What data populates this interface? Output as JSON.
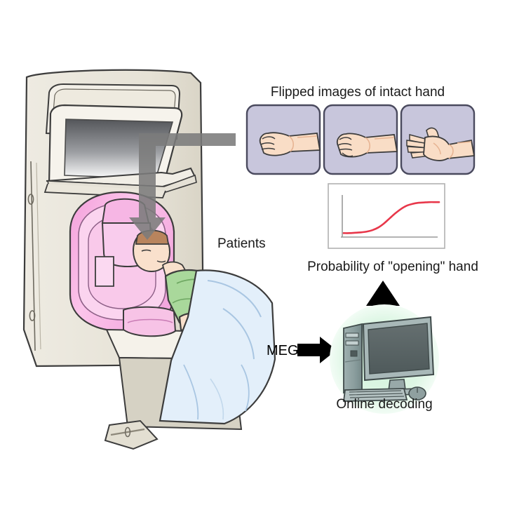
{
  "figure": {
    "type": "scientific-illustration",
    "subject": "MEG-based online decoding neurofeedback for phantom limb patients",
    "background_color": "#ffffff"
  },
  "labels": {
    "flipped_images_title": "Flipped images of intact hand",
    "patients": "Patients",
    "probability_caption": "Probability of \"opening\" hand",
    "meg": "MEG",
    "online_decoding": "Online decoding"
  },
  "hand_panels": {
    "count": 3,
    "panel_fill": "#c8c6dc",
    "panel_border": "#4a4a5e",
    "items": [
      {
        "id": "hand-closed-fist-1",
        "pose": "closed fist",
        "alt": "Flipped image of intact hand, fully closed fist"
      },
      {
        "id": "hand-closed-fist-2",
        "pose": "closed fist",
        "alt": "Flipped image of intact hand, closed fist mid-grip"
      },
      {
        "id": "hand-open-palm",
        "pose": "open hand",
        "alt": "Flipped image of intact hand, fingers spread open"
      }
    ]
  },
  "scanner": {
    "name": "MEG scanner",
    "body_color": "#ece9df",
    "helmet_color": "#f2a9dc",
    "helmet_color_light": "#fbd3ee",
    "screen_top_color": "#57585a",
    "screen_bottom_color": "#ffffff",
    "bed_color": "#d8d4c8"
  },
  "patient": {
    "shirt_color": "#a8d79a",
    "blanket_color": "#e0edf8",
    "skin_color": "#f7ddc8",
    "residual_limb": "bandaged forearm stump",
    "bandage_color": "#ffffff",
    "pillow_color": "#f7bde0"
  },
  "arrows": {
    "display_arrow": {
      "id": "display-arrow",
      "color": "#7a7a7a",
      "direction": "left-then-down",
      "meaning": "flipped hand image shown on scanner screen to patient"
    },
    "meg_arrow": {
      "id": "meg-signal-arrow",
      "color": "#000000",
      "direction": "right",
      "meaning": "MEG signal to decoding computer"
    },
    "feedback_arrow": {
      "id": "feedback-arrow",
      "color": "#000000",
      "direction": "up",
      "meaning": "decoded probability fed back to display"
    }
  },
  "computer": {
    "halo_color": "#d9f5e0",
    "case_color": "#8fa3a3",
    "monitor_bezel": "#a3b4b4",
    "screen_color": "#5e6b6b",
    "parts": [
      "tower",
      "monitor",
      "keyboard",
      "mouse"
    ]
  },
  "chart_data": {
    "type": "line",
    "title": "Probability of \"opening\" hand",
    "xlabel": "",
    "ylabel": "",
    "line_color": "#e8374a",
    "axis_color": "#9a9a9a",
    "grid": false,
    "legend": "none",
    "frame_color": "#b0b0b0",
    "xlim": [
      0,
      100
    ],
    "ylim": [
      0,
      1
    ],
    "series": [
      {
        "name": "Probability of \"opening\" hand",
        "x": [
          0,
          6,
          12,
          18,
          24,
          30,
          36,
          42,
          48,
          54,
          60,
          66,
          72,
          78,
          84,
          90,
          96,
          100
        ],
        "y": [
          0.07,
          0.07,
          0.08,
          0.09,
          0.11,
          0.15,
          0.22,
          0.33,
          0.47,
          0.61,
          0.73,
          0.82,
          0.87,
          0.9,
          0.91,
          0.92,
          0.92,
          0.92
        ]
      }
    ]
  }
}
